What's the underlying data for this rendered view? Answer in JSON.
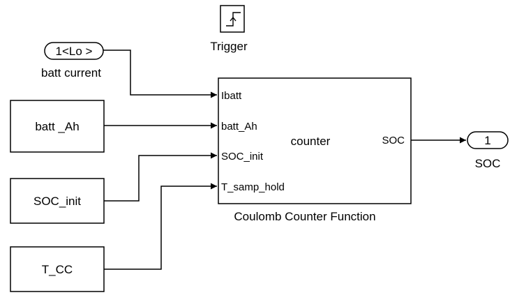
{
  "trigger": {
    "label": "Trigger",
    "icon": "trigger-rising-edge-icon"
  },
  "inports": [
    {
      "id": "batt-current",
      "tag": "1<Lo >",
      "label": "batt current"
    }
  ],
  "constants": [
    {
      "id": "batt-ah",
      "label": "batt _Ah"
    },
    {
      "id": "soc-init",
      "label": "SOC_init"
    },
    {
      "id": "t-cc",
      "label": "T_CC"
    }
  ],
  "subsystem": {
    "name": "Coulomb Counter Function",
    "center_label": "counter",
    "input_ports": [
      "Ibatt",
      "batt_Ah",
      "SOC_init",
      "T_samp_hold"
    ],
    "output_ports": [
      "SOC"
    ]
  },
  "outport": {
    "number": "1",
    "label": "SOC"
  },
  "colors": {
    "line": "#000000",
    "background": "#ffffff"
  }
}
